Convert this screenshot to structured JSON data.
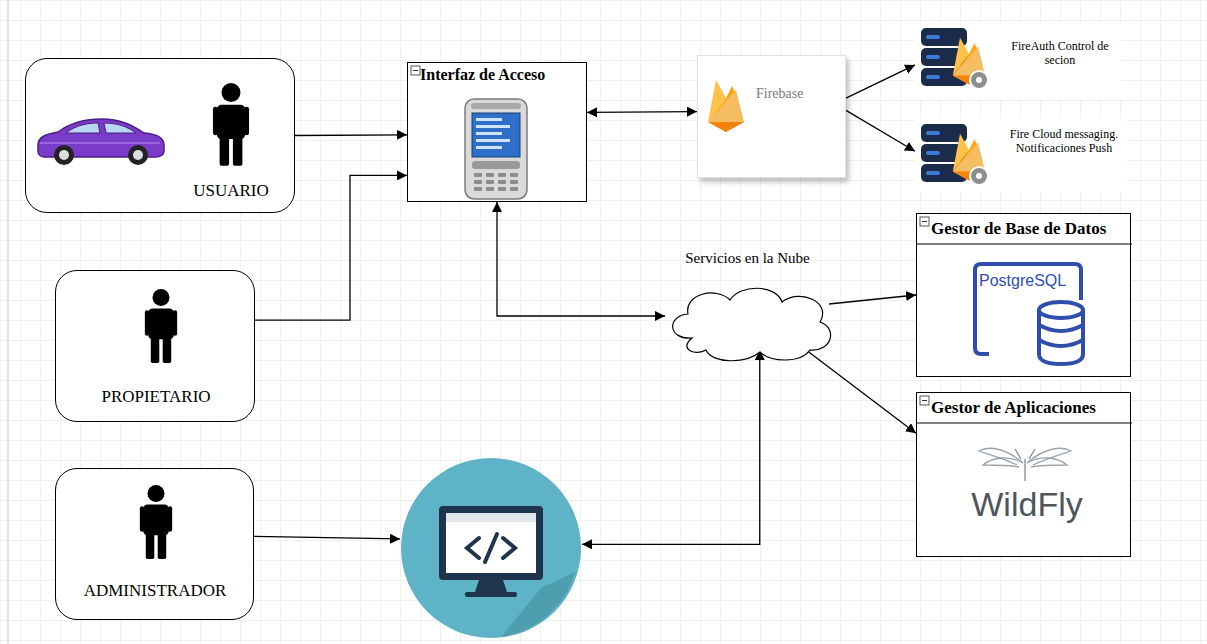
{
  "diagram": {
    "nodes": [
      {
        "text": [
          "USUARIO"
        ]
      },
      {
        "text": [
          "PROPIETARIO"
        ]
      },
      {
        "text": [
          "ADMINISTRADOR"
        ]
      },
      {
        "text": [
          "Interfaz de Acceso"
        ]
      },
      {
        "text": [
          "Firebase"
        ]
      },
      {
        "text": [
          "FireAuth Control de secion"
        ]
      },
      {
        "text": [
          "Fire Cloud messaging. Notificaciones Push"
        ]
      },
      {
        "text": [
          "Servicios en la Nube"
        ]
      },
      {
        "text": [
          "Gestor de Base de Datos",
          "PostgreSQL"
        ]
      },
      {
        "text": [
          "Gestor de Aplicaciones",
          "WildFly"
        ]
      },
      {
        "text": []
      }
    ],
    "edges": [
      {
        "from": 0,
        "to": 3,
        "arrow": "to"
      },
      {
        "from": 1,
        "to": 3,
        "arrow": "to"
      },
      {
        "from": 3,
        "to": 4,
        "arrow": "both"
      },
      {
        "from": 4,
        "to": 5,
        "arrow": "to"
      },
      {
        "from": 4,
        "to": 6,
        "arrow": "to"
      },
      {
        "from": 3,
        "to": 7,
        "arrow": "both"
      },
      {
        "from": 7,
        "to": 8,
        "arrow": "to"
      },
      {
        "from": 7,
        "to": 9,
        "arrow": "to"
      },
      {
        "from": 2,
        "to": 10,
        "arrow": "to"
      },
      {
        "from": 10,
        "to": 7,
        "arrow": "both"
      }
    ]
  }
}
